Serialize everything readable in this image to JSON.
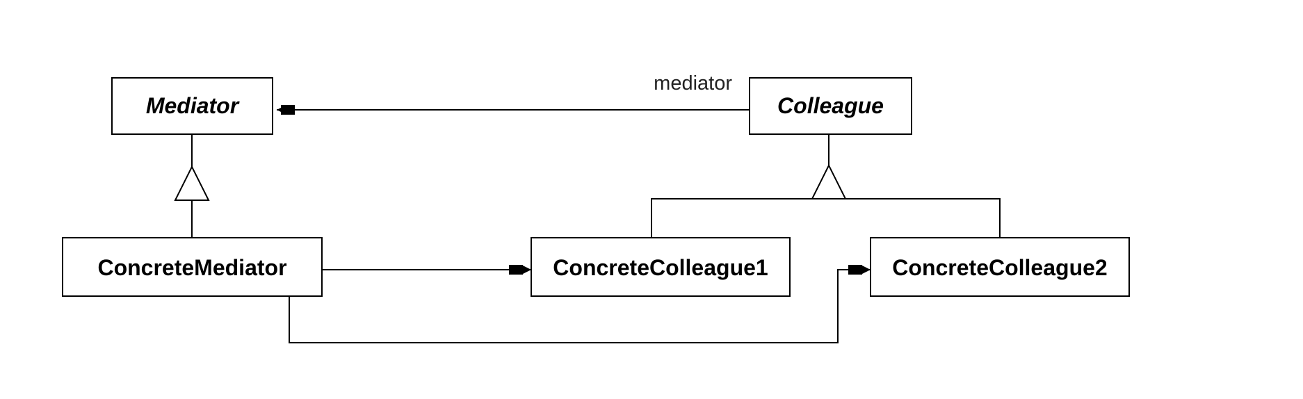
{
  "classes": {
    "mediator": "Mediator",
    "colleague": "Colleague",
    "concrete_mediator": "ConcreteMediator",
    "concrete_colleague1": "ConcreteColleague1",
    "concrete_colleague2": "ConcreteColleague2"
  },
  "associations": {
    "mediator_role": "mediator"
  }
}
